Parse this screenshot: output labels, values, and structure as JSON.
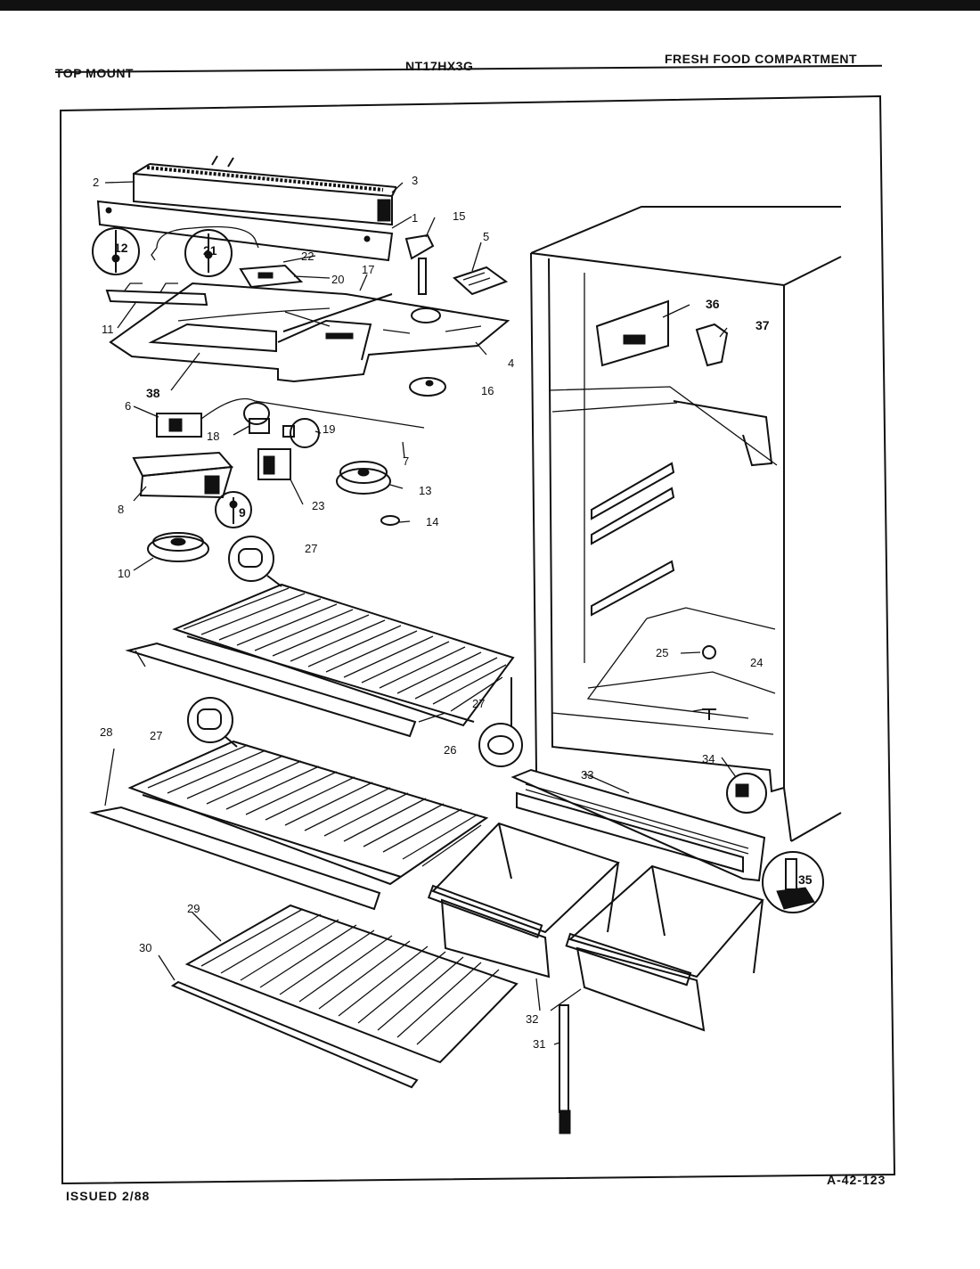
{
  "header": {
    "left": "TOP MOUNT",
    "center": "NT17HX3G",
    "right": "FRESH FOOD COMPARTMENT"
  },
  "footer": {
    "issued": "ISSUED 2/88",
    "code": "A-42-123"
  },
  "callouts": {
    "c1": "1",
    "c2": "2",
    "c3": "3",
    "c4": "4",
    "c5": "5",
    "c6": "6",
    "c7": "7",
    "c8": "8",
    "c9": "9",
    "c10": "10",
    "c11": "11",
    "c12": "12",
    "c13": "13",
    "c14": "14",
    "c15": "15",
    "c16": "16",
    "c17": "17",
    "c18": "18",
    "c19": "19",
    "c20": "20",
    "c21": "21",
    "c22": "22",
    "c23": "23",
    "c24": "24",
    "c25": "25",
    "c26": "26",
    "c27a": "27",
    "c27b": "27",
    "c27c": "27",
    "c28": "28",
    "c29": "29",
    "c30": "30",
    "c31": "31",
    "c32": "32",
    "c33": "33",
    "c34": "34",
    "c35": "35",
    "c36": "36",
    "c37": "37",
    "c38": "38"
  }
}
